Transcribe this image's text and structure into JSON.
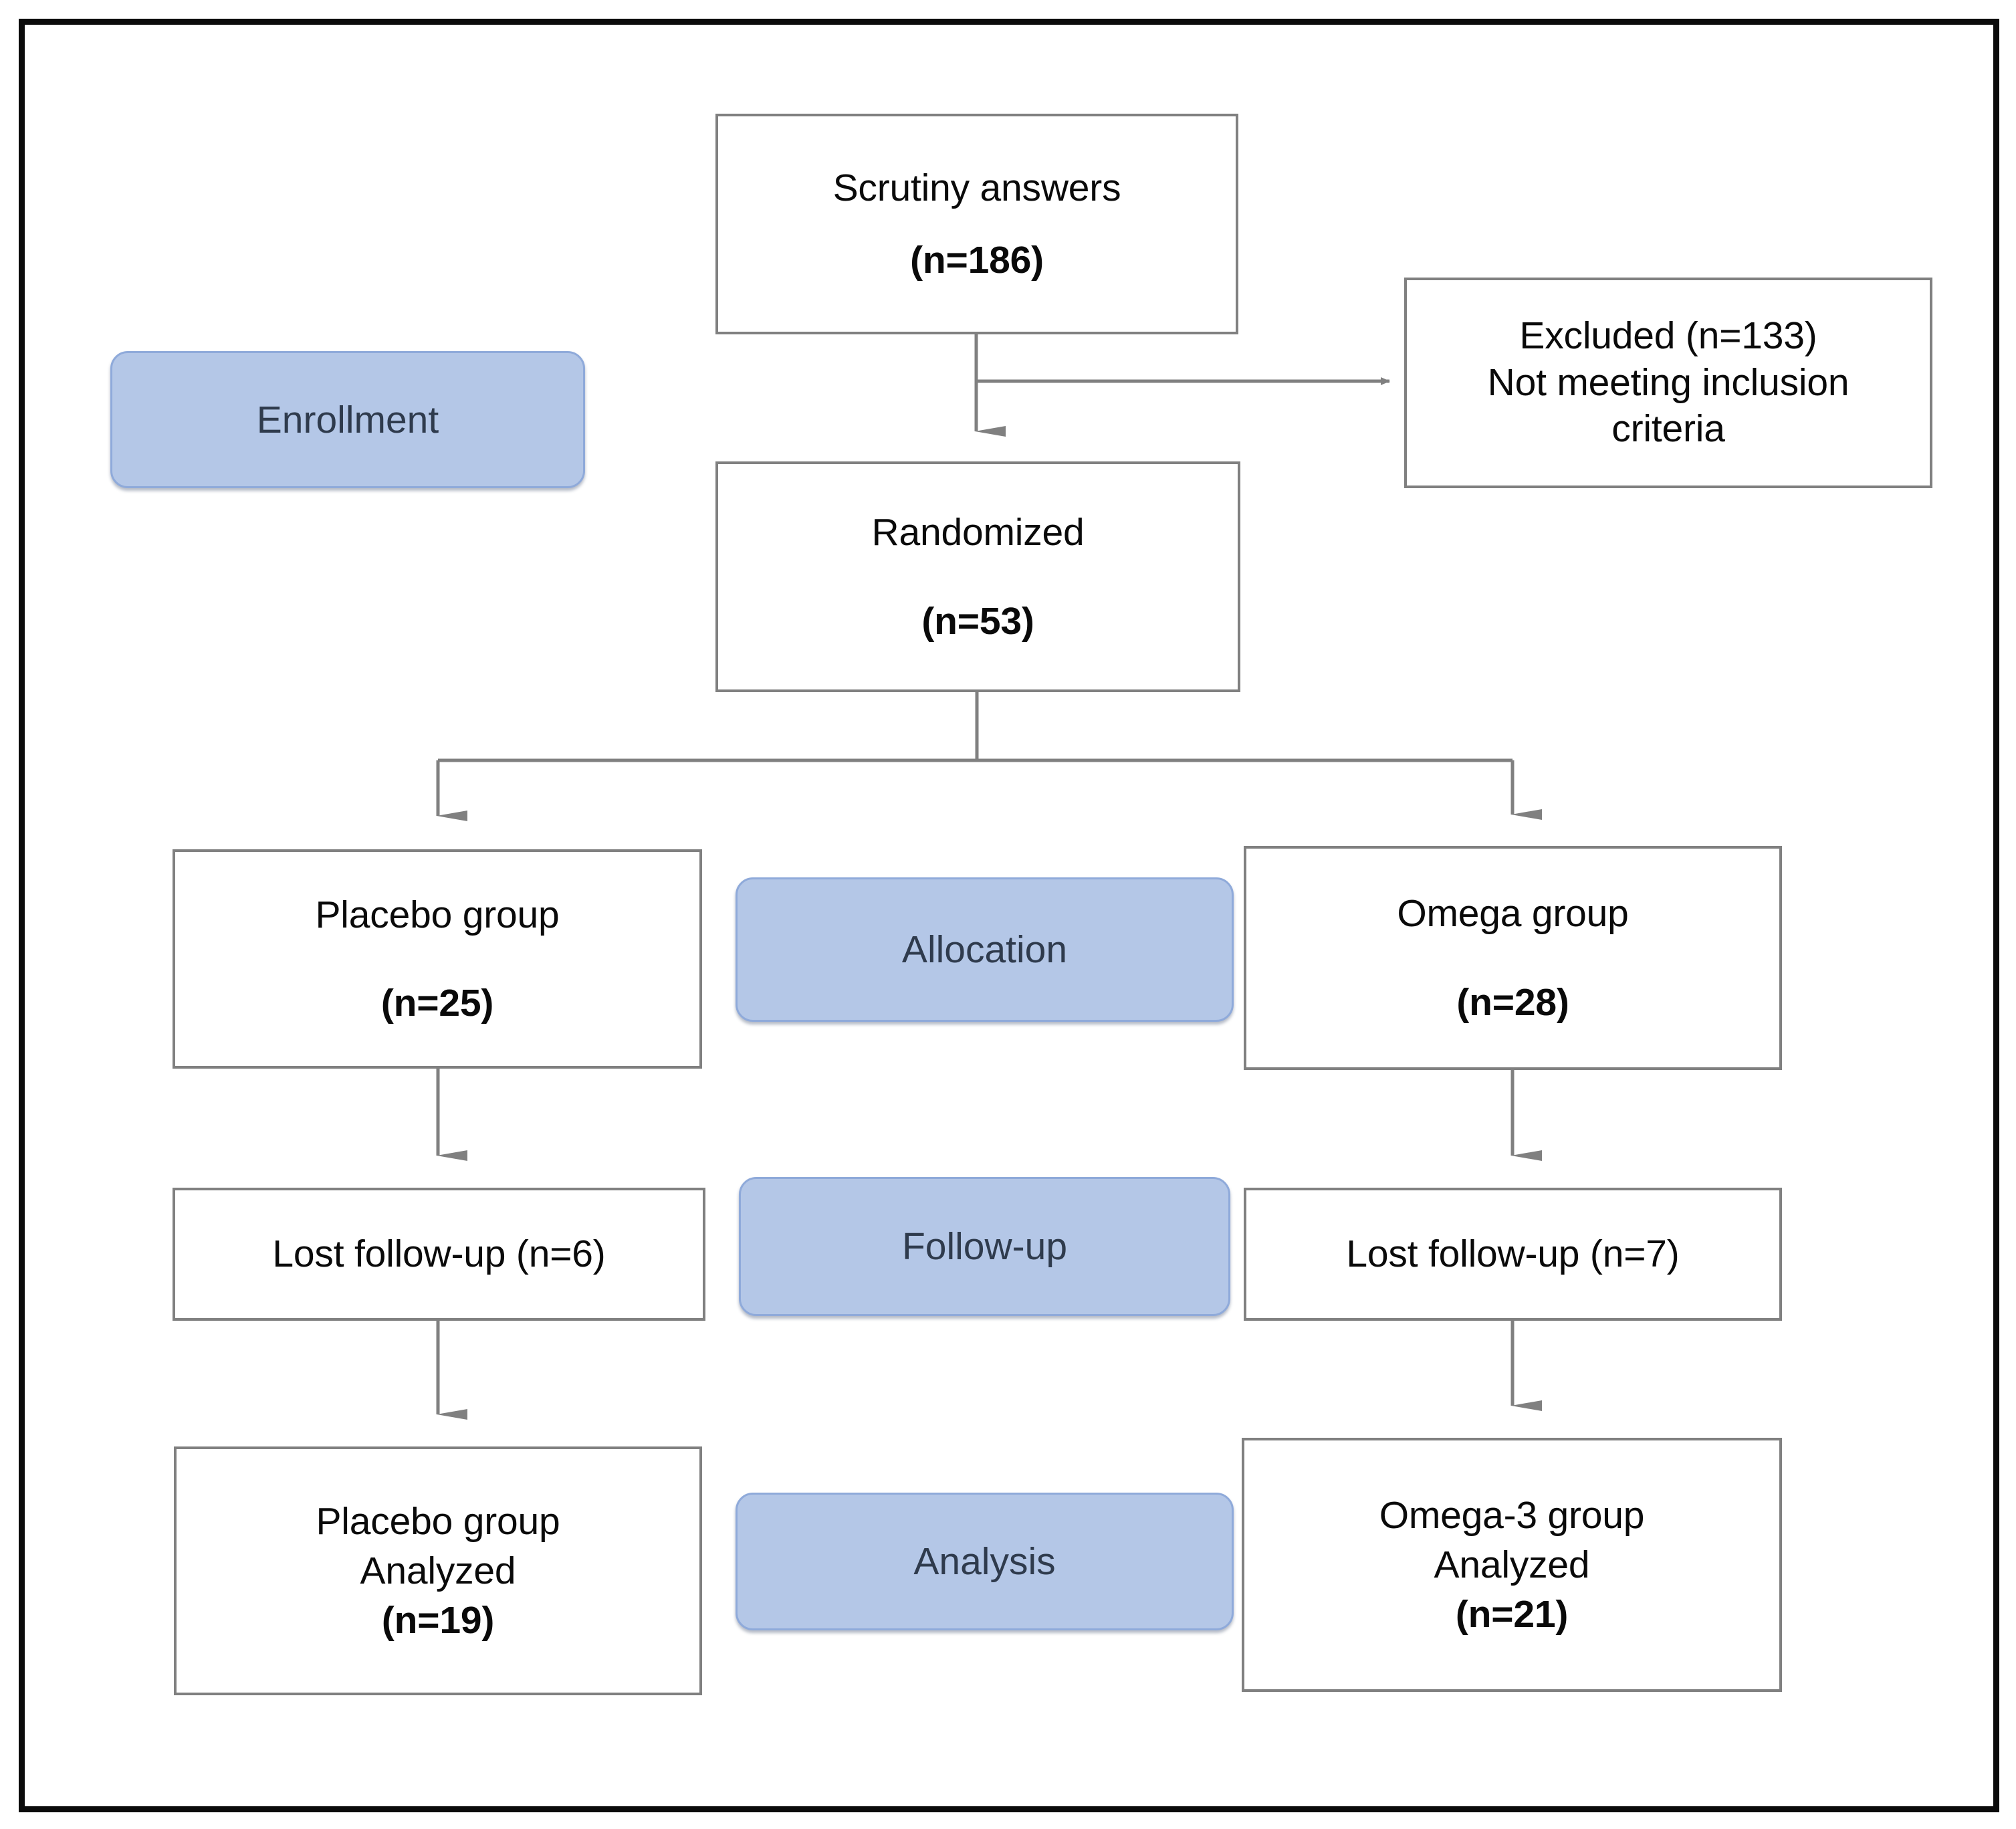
{
  "figure": {
    "type": "consort-flow-diagram",
    "title": "CONSORT participant flow diagram"
  },
  "colors": {
    "pill_fill": "#b4c7e7",
    "pill_border": "#8faada",
    "pill_text": "#2f3b4d",
    "node_border": "#808080",
    "node_fill": "#ffffff",
    "connector": "#808080",
    "frame": "#0b0b0b",
    "text": "#0a0a0a"
  },
  "stages": [
    {
      "id": "enrollment",
      "label": "Enrollment"
    },
    {
      "id": "allocation",
      "label": "Allocation"
    },
    {
      "id": "followup",
      "label": "Follow-up"
    },
    {
      "id": "analysis",
      "label": "Analysis"
    }
  ],
  "nodes": {
    "scrutiny": {
      "line1": "Scrutiny answers",
      "line2": "(n=186)",
      "n": 186
    },
    "excluded": {
      "line1": "Excluded (n=133)",
      "line2": "Not meeting inclusion",
      "line3": "criteria",
      "n": 133
    },
    "randomized": {
      "line1": "Randomized",
      "line2": "(n=53)",
      "n": 53
    },
    "placebo_alloc": {
      "line1": "Placebo group",
      "line2": "(n=25)",
      "n": 25
    },
    "omega_alloc": {
      "line1": "Omega group",
      "line2": "(n=28)",
      "n": 28
    },
    "placebo_lost": {
      "line1": "Lost follow-up (n=6)",
      "n": 6
    },
    "omega_lost": {
      "line1": "Lost follow-up (n=7)",
      "n": 7
    },
    "placebo_analyzed": {
      "line1": "Placebo group",
      "line2": "Analyzed",
      "line3": "(n=19)",
      "n": 19
    },
    "omega_analyzed": {
      "line1": "Omega-3 group",
      "line2": "Analyzed",
      "line3": "(n=21)",
      "n": 21
    }
  },
  "edges": [
    {
      "from": "scrutiny",
      "to": "excluded",
      "style": "arrow-right"
    },
    {
      "from": "scrutiny",
      "to": "randomized",
      "style": "arrow-down"
    },
    {
      "from": "randomized",
      "to": "placebo_alloc",
      "style": "split-arrow-down"
    },
    {
      "from": "randomized",
      "to": "omega_alloc",
      "style": "split-arrow-down"
    },
    {
      "from": "placebo_alloc",
      "to": "placebo_lost",
      "style": "arrow-down"
    },
    {
      "from": "omega_alloc",
      "to": "omega_lost",
      "style": "arrow-down"
    },
    {
      "from": "placebo_lost",
      "to": "placebo_analyzed",
      "style": "arrow-down"
    },
    {
      "from": "omega_lost",
      "to": "omega_analyzed",
      "style": "arrow-down"
    }
  ]
}
